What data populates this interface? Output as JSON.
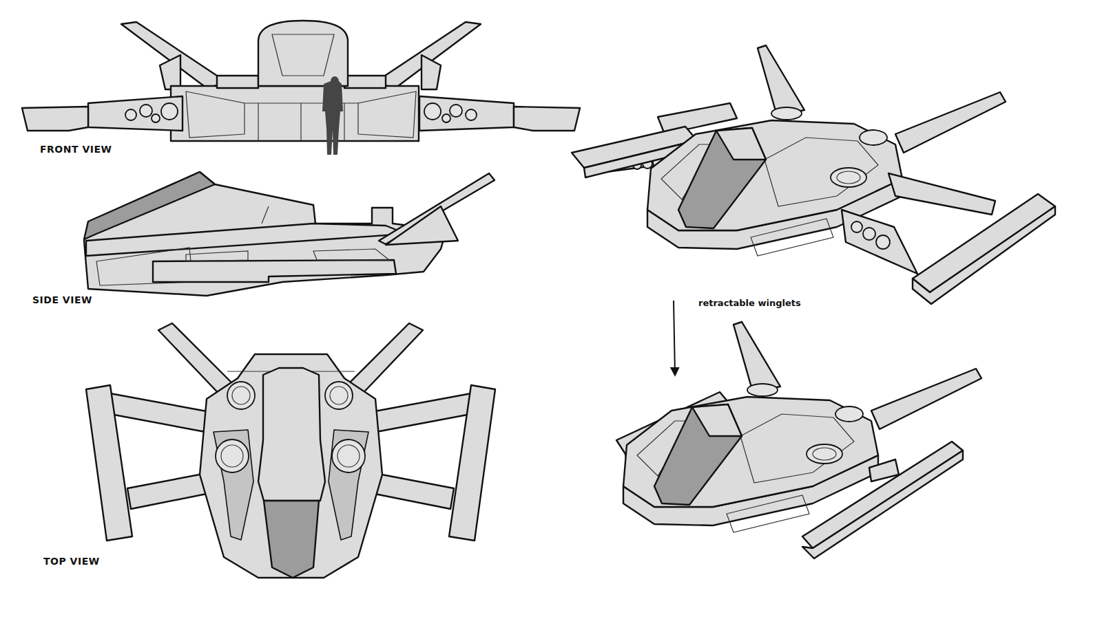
{
  "diagram": {
    "labels": [
      "FRONT VIEW",
      "SIDE VIEW",
      "TOP VIEW",
      "retractable winglets"
    ]
  }
}
